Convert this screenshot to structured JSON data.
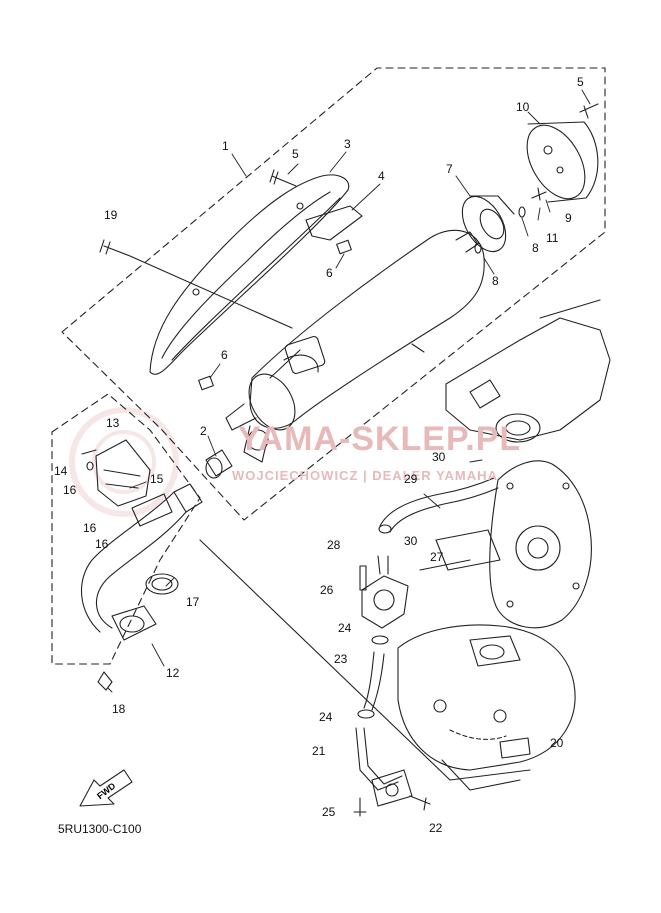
{
  "diagram_code": "5RU1300-C100",
  "fwd_label": "FWD",
  "watermark": {
    "main": "YAMA-SKLEP.PL",
    "sub": "WOJCIECHOWICZ | DEALER YAMAHA"
  },
  "callouts": [
    {
      "id": "c1",
      "text": "1"
    },
    {
      "id": "c2",
      "text": "2"
    },
    {
      "id": "c3",
      "text": "3"
    },
    {
      "id": "c4",
      "text": "4"
    },
    {
      "id": "c5a",
      "text": "5"
    },
    {
      "id": "c5b",
      "text": "5"
    },
    {
      "id": "c6a",
      "text": "6"
    },
    {
      "id": "c6b",
      "text": "6"
    },
    {
      "id": "c7",
      "text": "7"
    },
    {
      "id": "c8a",
      "text": "8"
    },
    {
      "id": "c8b",
      "text": "8"
    },
    {
      "id": "c9",
      "text": "9"
    },
    {
      "id": "c10",
      "text": "10"
    },
    {
      "id": "c11",
      "text": "11"
    },
    {
      "id": "c12",
      "text": "12"
    },
    {
      "id": "c13",
      "text": "13"
    },
    {
      "id": "c14",
      "text": "14"
    },
    {
      "id": "c15",
      "text": "15"
    },
    {
      "id": "c16a",
      "text": "16"
    },
    {
      "id": "c16b",
      "text": "16"
    },
    {
      "id": "c16c",
      "text": "16"
    },
    {
      "id": "c17",
      "text": "17"
    },
    {
      "id": "c18",
      "text": "18"
    },
    {
      "id": "c19",
      "text": "19"
    },
    {
      "id": "c20",
      "text": "20"
    },
    {
      "id": "c21",
      "text": "21"
    },
    {
      "id": "c22",
      "text": "22"
    },
    {
      "id": "c23",
      "text": "23"
    },
    {
      "id": "c24a",
      "text": "24"
    },
    {
      "id": "c24b",
      "text": "24"
    },
    {
      "id": "c25",
      "text": "25"
    },
    {
      "id": "c26",
      "text": "26"
    },
    {
      "id": "c27",
      "text": "27"
    },
    {
      "id": "c28",
      "text": "28"
    },
    {
      "id": "c29",
      "text": "29"
    },
    {
      "id": "c30a",
      "text": "30"
    },
    {
      "id": "c30b",
      "text": "30"
    }
  ],
  "colors": {
    "line": "#222222",
    "watermark": "#e7b9b9"
  }
}
